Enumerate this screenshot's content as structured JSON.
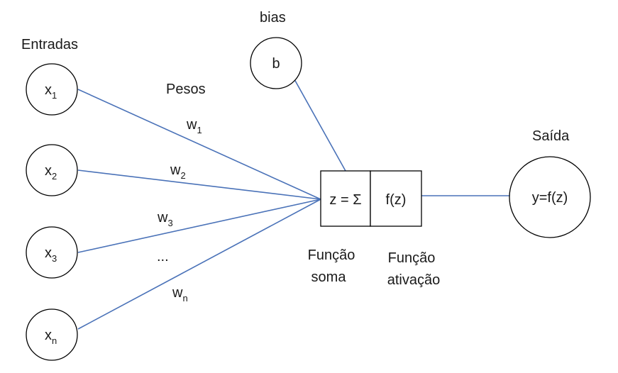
{
  "labels": {
    "inputs_title": "Entradas",
    "weights_title": "Pesos",
    "bias_title": "bias",
    "output_title": "Saída",
    "sum_caption_line1": "Função",
    "sum_caption_line2": "soma",
    "activation_caption_line1": "Função",
    "activation_caption_line2": "ativação"
  },
  "inputs": [
    {
      "base": "x",
      "sub": "1"
    },
    {
      "base": "x",
      "sub": "2"
    },
    {
      "base": "x",
      "sub": "3"
    },
    {
      "base": "x",
      "sub": "n"
    }
  ],
  "weights": [
    {
      "base": "w",
      "sub": "1"
    },
    {
      "base": "w",
      "sub": "2"
    },
    {
      "base": "w",
      "sub": "3"
    },
    {
      "ellipsis": "..."
    },
    {
      "base": "w",
      "sub": "n"
    }
  ],
  "bias": {
    "symbol": "b"
  },
  "neuron": {
    "sum_label": "z = Σ",
    "activation_label": "f(z)"
  },
  "output": {
    "label": "y=f(z)"
  },
  "colors": {
    "connection": "#4a72b8",
    "outline": "#000000",
    "text": "#1a1a1a"
  }
}
